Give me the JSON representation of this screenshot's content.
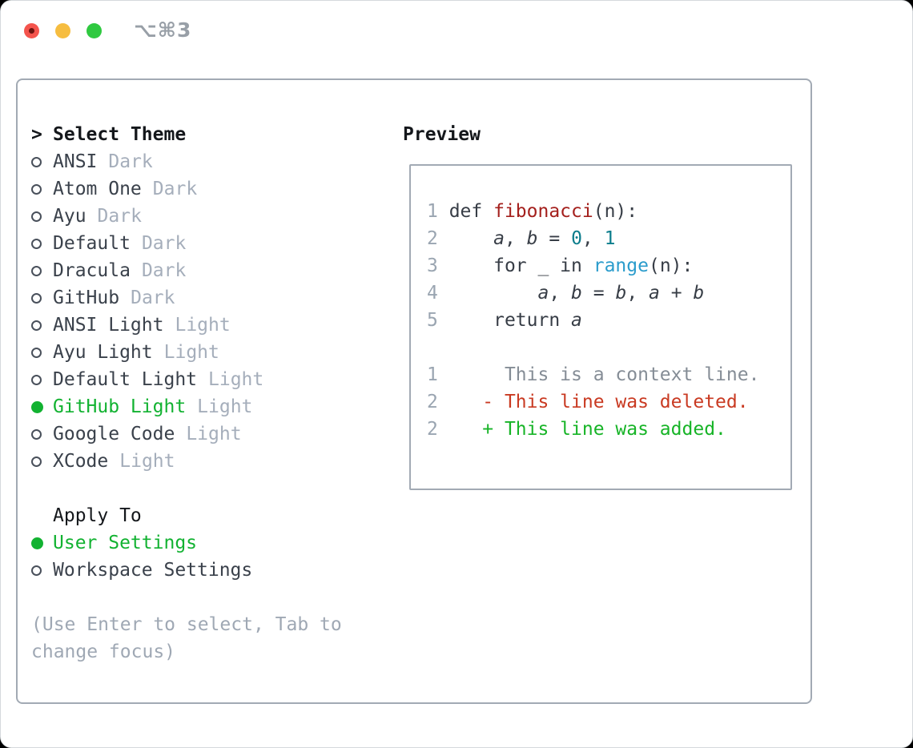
{
  "window": {
    "title": "⌥⌘3"
  },
  "colors": {
    "accent": "#12b231",
    "close": "#f4544d",
    "min": "#f6bd40",
    "max": "#2fc940"
  },
  "left": {
    "prompt": ">",
    "header": "Select Theme",
    "themes": [
      {
        "label": "ANSI",
        "tag": "Dark",
        "selected": false
      },
      {
        "label": "Atom One",
        "tag": "Dark",
        "selected": false
      },
      {
        "label": "Ayu",
        "tag": "Dark",
        "selected": false
      },
      {
        "label": "Default",
        "tag": "Dark",
        "selected": false
      },
      {
        "label": "Dracula",
        "tag": "Dark",
        "selected": false
      },
      {
        "label": "GitHub",
        "tag": "Dark",
        "selected": false
      },
      {
        "label": "ANSI Light",
        "tag": "Light",
        "selected": false
      },
      {
        "label": "Ayu Light",
        "tag": "Light",
        "selected": false
      },
      {
        "label": "Default Light",
        "tag": "Light",
        "selected": false
      },
      {
        "label": "GitHub Light",
        "tag": "Light",
        "selected": true
      },
      {
        "label": "Google Code",
        "tag": "Light",
        "selected": false
      },
      {
        "label": "XCode",
        "tag": "Light",
        "selected": false
      }
    ],
    "apply_header": "Apply To",
    "apply_options": [
      {
        "label": "User Settings",
        "selected": true
      },
      {
        "label": "Workspace Settings",
        "selected": false
      }
    ],
    "hint_lines": [
      "(Use Enter to select, Tab to",
      "change focus)"
    ]
  },
  "preview": {
    "header": "Preview",
    "lines": [
      [],
      [
        {
          "t": "1 ",
          "c": "ln"
        },
        {
          "t": "def ",
          "c": "code"
        },
        {
          "t": "fibonacci",
          "c": "func"
        },
        {
          "t": "(n):",
          "c": "code"
        }
      ],
      [
        {
          "t": "2 ",
          "c": "ln"
        },
        {
          "t": "    ",
          "c": "code"
        },
        {
          "t": "a",
          "c": "it"
        },
        {
          "t": ", ",
          "c": "code"
        },
        {
          "t": "b",
          "c": "it"
        },
        {
          "t": " = ",
          "c": "code"
        },
        {
          "t": "0",
          "c": "num"
        },
        {
          "t": ", ",
          "c": "code"
        },
        {
          "t": "1",
          "c": "num"
        }
      ],
      [
        {
          "t": "3 ",
          "c": "ln"
        },
        {
          "t": "    for _ in ",
          "c": "code"
        },
        {
          "t": "range",
          "c": "blue"
        },
        {
          "t": "(n):",
          "c": "code"
        }
      ],
      [
        {
          "t": "4 ",
          "c": "ln"
        },
        {
          "t": "        ",
          "c": "code"
        },
        {
          "t": "a",
          "c": "it"
        },
        {
          "t": ", ",
          "c": "code"
        },
        {
          "t": "b",
          "c": "it"
        },
        {
          "t": " = ",
          "c": "code"
        },
        {
          "t": "b",
          "c": "it"
        },
        {
          "t": ", ",
          "c": "code"
        },
        {
          "t": "a",
          "c": "it"
        },
        {
          "t": " + ",
          "c": "code"
        },
        {
          "t": "b",
          "c": "it"
        }
      ],
      [
        {
          "t": "5 ",
          "c": "ln"
        },
        {
          "t": "    return ",
          "c": "code"
        },
        {
          "t": "a",
          "c": "it"
        }
      ],
      [],
      [
        {
          "t": "1 ",
          "c": "ln"
        },
        {
          "t": "     This is a context line.",
          "c": "ctx"
        }
      ],
      [
        {
          "t": "2 ",
          "c": "ln"
        },
        {
          "t": "   - This line was deleted.",
          "c": "del"
        }
      ],
      [
        {
          "t": "2 ",
          "c": "ln"
        },
        {
          "t": "   + This line was added.",
          "c": "add"
        }
      ]
    ]
  }
}
